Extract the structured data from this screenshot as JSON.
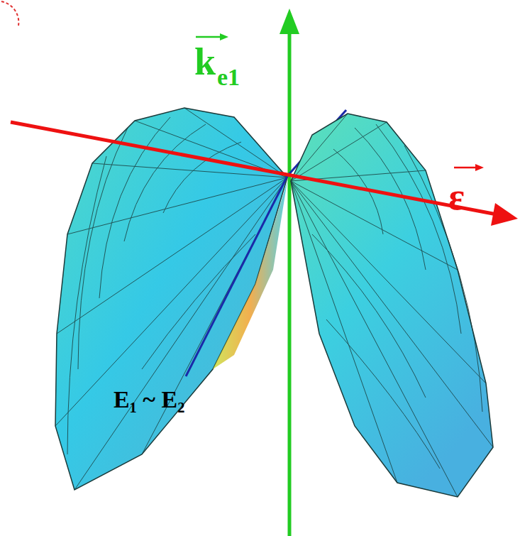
{
  "diagram": {
    "labels": [
      "k",
      "e1",
      "ε",
      "E₁ ~ E₂"
    ]
  }
}
